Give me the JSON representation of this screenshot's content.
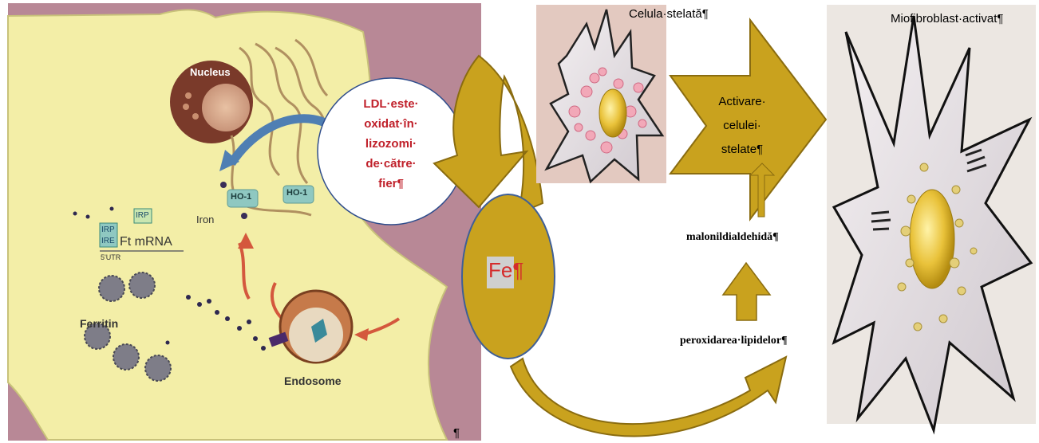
{
  "figure_left": {
    "labels": {
      "nucleus": "Nucleus",
      "ho1_a": "HO-1",
      "ho1_b": "HO-1",
      "iron": "Iron",
      "irp_a": "IRP",
      "irp_b": "IRP",
      "ire": "IRE",
      "ft_mrna": "Ft mRNA",
      "utr": "5'UTR",
      "ferritin": "Ferritin",
      "endosome": "Endosome"
    }
  },
  "ldl_bubble": {
    "lines": [
      "LDL·este·",
      "oxidat·în·",
      "lizozomi·",
      "de·către·",
      "fier¶"
    ],
    "color": "#c0202a"
  },
  "fe_circle": {
    "symbol": "Fe",
    "mark": "¶",
    "fill": "#c9a21e",
    "text_color": "#d52b2b"
  },
  "stellate_cell": {
    "title": "Celula·stelată¶"
  },
  "activation_arrow": {
    "lines": [
      "Activare·",
      "celulei·",
      "stelate¶"
    ],
    "fill": "#c9a21e"
  },
  "myofibroblast": {
    "title": "Miofibroblast·activat¶"
  },
  "pathway": {
    "malondialdehyde": "malonildialdehidă¶",
    "lipid_peroxidation": "peroxidarea·lipidelor¶"
  },
  "stray_mark": "¶",
  "colors": {
    "maroon_bg": "#b88896",
    "cell_body": "#f3eea7",
    "gold": "#c9a21e",
    "gold_edge": "#8a6c10",
    "red_text": "#c0202a"
  }
}
